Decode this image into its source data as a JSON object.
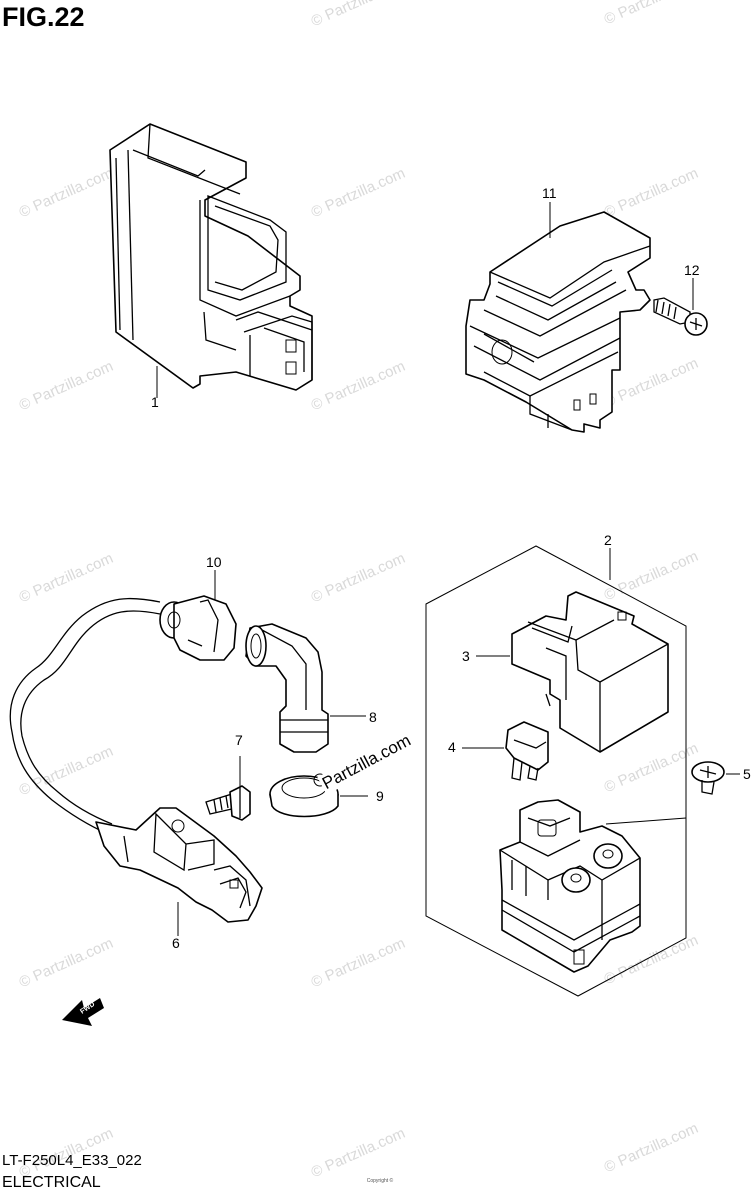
{
  "figure": {
    "title": "FIG.22"
  },
  "footer": {
    "model_code": "LT-F250L4_E33_022",
    "section": "ELECTRICAL"
  },
  "watermark": {
    "text": "© Partzilla.com",
    "foreground_text": "Partzilla.com"
  },
  "copyright": {
    "text": "Copyright ©"
  },
  "callouts": {
    "c1": "1",
    "c2": "2",
    "c3": "3",
    "c4": "4",
    "c5": "5",
    "c6": "6",
    "c7": "7",
    "c8": "8",
    "c9": "9",
    "c10": "10",
    "c11": "11",
    "c12": "12"
  },
  "fwd": {
    "label": "FWD"
  }
}
